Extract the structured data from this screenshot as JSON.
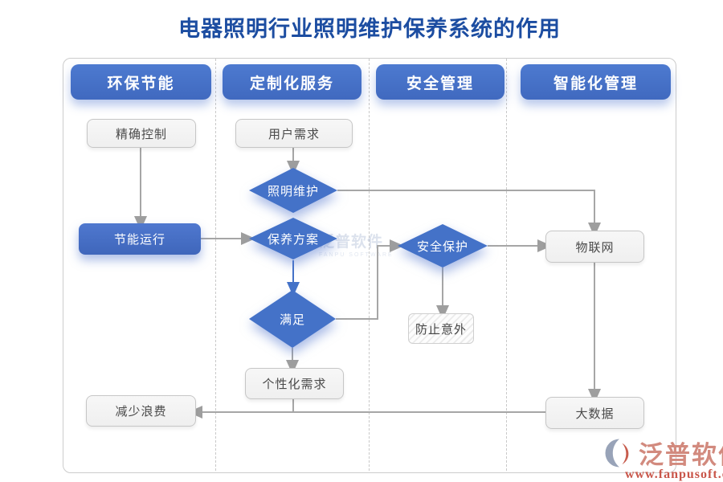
{
  "page": {
    "title": "电器照明行业照明维护保养系统的作用"
  },
  "columns": [
    {
      "id": "env",
      "label": "环保节能"
    },
    {
      "id": "custom",
      "label": "定制化服务"
    },
    {
      "id": "safety",
      "label": "安全管理"
    },
    {
      "id": "smart",
      "label": "智能化管理"
    }
  ],
  "nodes": {
    "precise_control": {
      "label": "精确控制",
      "shape": "rounded-rect"
    },
    "energy_saving_run": {
      "label": "节能运行",
      "shape": "rounded-rect-blue"
    },
    "reduce_waste": {
      "label": "减少浪费",
      "shape": "rounded-rect"
    },
    "user_demand": {
      "label": "用户需求",
      "shape": "rounded-rect"
    },
    "lighting_maintenance": {
      "label": "照明维护",
      "shape": "diamond"
    },
    "maintenance_plan": {
      "label": "保养方案",
      "shape": "diamond"
    },
    "satisfy": {
      "label": "满足",
      "shape": "diamond"
    },
    "personalized_demand": {
      "label": "个性化需求",
      "shape": "rounded-rect"
    },
    "safety_protection": {
      "label": "安全保护",
      "shape": "diamond"
    },
    "prevent_accident": {
      "label": "防止意外",
      "shape": "hatched-rect"
    },
    "iot": {
      "label": "物联网",
      "shape": "rounded-rect"
    },
    "big_data": {
      "label": "大数据",
      "shape": "rounded-rect"
    }
  },
  "watermark_center": {
    "brand": "泛普软件",
    "subtitle": "FANPU SOFTWARE"
  },
  "watermark_bottom": {
    "brand": "泛普软件",
    "url": "www.fanpusoft.com"
  },
  "colors": {
    "accent_blue": "#4472c8",
    "title_blue": "#1c4da1",
    "box_gray": "#f3f3f3",
    "connector_gray": "#9e9e9e",
    "watermark_red": "#c9564a",
    "watermark_gray": "#98a3b8"
  }
}
